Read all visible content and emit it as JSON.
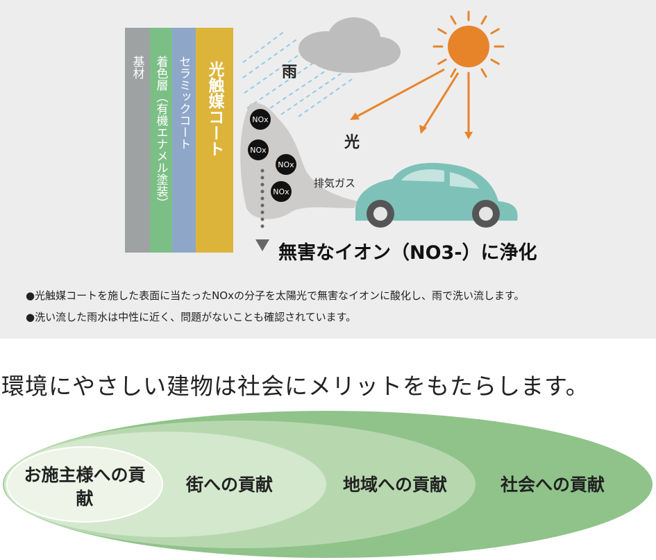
{
  "layers": {
    "substrate": {
      "label": "基材",
      "color": "#9ea2a3"
    },
    "color_layer": {
      "label": "着色層（有機エナメル塗装）",
      "color": "#7cbf86"
    },
    "ceramic_coat": {
      "label": "セラミックコート",
      "color": "#8ea7c9"
    },
    "photocatalyst_coat": {
      "label": "光触媒コート",
      "color": "#dcb43a"
    }
  },
  "illustration": {
    "rain_label": "雨",
    "light_label": "光",
    "exhaust_label": "排気ガス",
    "nox_label": "NOx",
    "result_label": "無害なイオン（NO3-）に浄化",
    "colors": {
      "sun": "#e7842a",
      "cloud": "#bdbdbd",
      "car": "#7ec1b8",
      "rain": "#8ecbe9"
    }
  },
  "notes": [
    "●光触媒コートを施した表面に当たったNOxの分子を太陽光で無害なイオンに酸化し、雨で洗い流します。",
    "●洗い流した雨水は中性に近く、問題がないことも確認されています。"
  ],
  "tagline": "環境にやさしい建物は社会にメリットをもたらします。",
  "benefit_rings": [
    {
      "label": "お施主様への貢献",
      "color": "#eef5e8"
    },
    {
      "label": "街への貢献",
      "color": "#d4e8cd"
    },
    {
      "label": "地域への貢献",
      "color": "#b7d8ae"
    },
    {
      "label": "社会への貢献",
      "color": "#8fc38a"
    }
  ]
}
